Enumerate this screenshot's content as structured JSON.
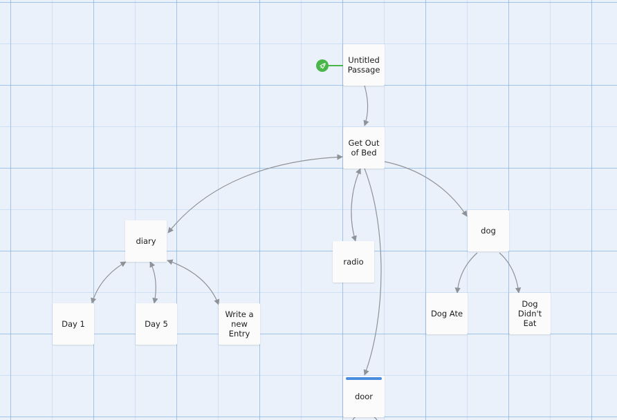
{
  "story_map": {
    "start_passage": "Untitled Passage",
    "passages": [
      {
        "id": "untitled",
        "name": "Untitled Passage"
      },
      {
        "id": "get_out_of_bed",
        "name": "Get Out of Bed"
      },
      {
        "id": "diary",
        "name": "diary"
      },
      {
        "id": "radio",
        "name": "radio"
      },
      {
        "id": "dog",
        "name": "dog"
      },
      {
        "id": "day1",
        "name": "Day 1"
      },
      {
        "id": "day5",
        "name": "Day 5"
      },
      {
        "id": "write_entry",
        "name": "Write a new Entry"
      },
      {
        "id": "dog_ate",
        "name": "Dog Ate"
      },
      {
        "id": "dog_didnt_eat",
        "name": "Dog Didn't Eat"
      },
      {
        "id": "door",
        "name": "door"
      }
    ]
  },
  "colors": {
    "canvas_bg": "#eaf1fb",
    "grid_line": "#9cc0e6",
    "link": "#8f9296",
    "start_marker": "#49b649",
    "highlight": "#4a8ee0"
  },
  "icons": {
    "start_marker": "rocket-icon"
  }
}
